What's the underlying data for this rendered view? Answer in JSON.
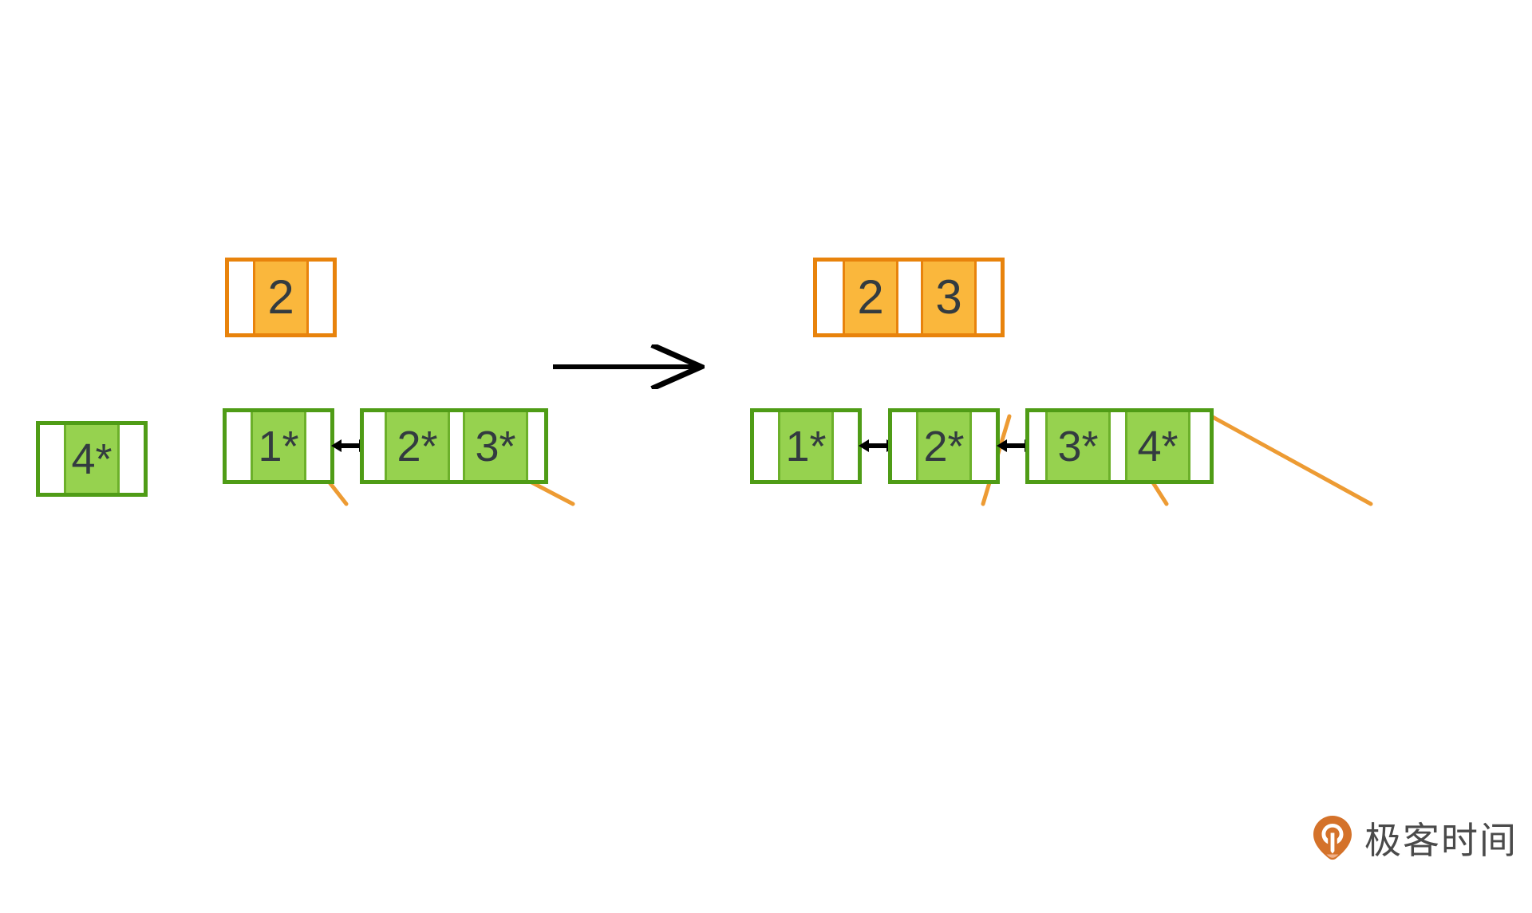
{
  "figure": {
    "kind": "b-plus-tree-split-diagram",
    "background_color": "#ffffff",
    "palette": {
      "internal_border": "#e8830c",
      "internal_fill": "#fab73c",
      "leaf_border": "#4f9c16",
      "leaf_fill": "#96d24f",
      "edge_line": "#ed9b33",
      "text": "#333b40",
      "arrow": "#000000",
      "watermark_logo": "#d4722a",
      "watermark_text": "#4a4a4a"
    }
  },
  "inserted_key": {
    "label": "4*",
    "caption": ""
  },
  "before": {
    "root": {
      "keys": [
        "2"
      ],
      "pointer_count": 2
    },
    "leaves": [
      {
        "keys": [
          "1*"
        ]
      },
      {
        "keys": [
          "2*",
          "3*"
        ]
      }
    ],
    "sibling_links": 1
  },
  "after": {
    "root": {
      "keys": [
        "2",
        "3"
      ],
      "pointer_count": 3
    },
    "leaves": [
      {
        "keys": [
          "1*"
        ]
      },
      {
        "keys": [
          "2*"
        ]
      },
      {
        "keys": [
          "3*",
          "4*"
        ]
      }
    ],
    "sibling_links": 2
  },
  "transition": {
    "symbol": "→",
    "label": ""
  },
  "watermark": {
    "text": "极客时间",
    "logo_name": "geektime-pin-logo"
  }
}
